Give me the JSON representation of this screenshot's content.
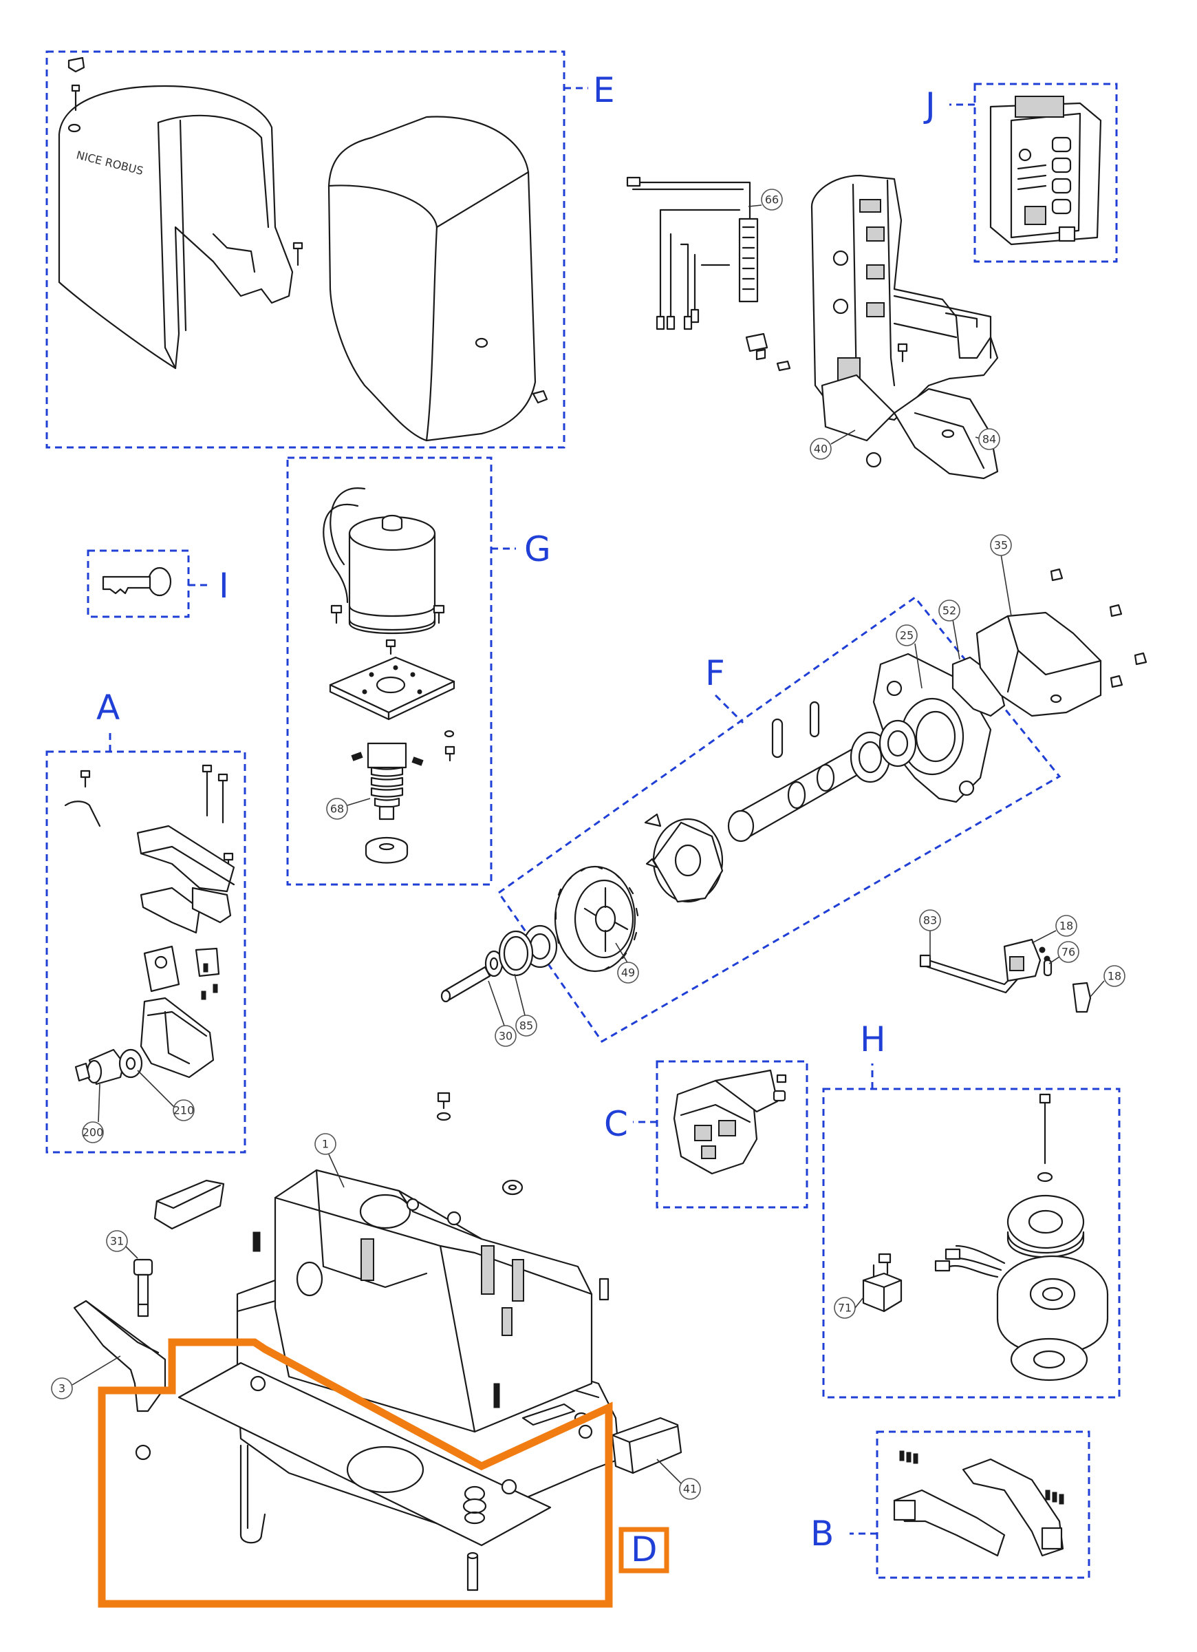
{
  "colors": {
    "group_box": "#1f3fd6",
    "highlight": "#f07c12",
    "line_art": "#1a1a1a"
  },
  "cover_text": "NICE ROBUS",
  "groups": {
    "A": "A",
    "B": "B",
    "C": "C",
    "D": "D",
    "E": "E",
    "F": "F",
    "G": "G",
    "H": "H",
    "I": "I",
    "J": "J"
  },
  "callouts": {
    "p1": "1",
    "p3": "3",
    "p18a": "18",
    "p18b": "18",
    "p25": "25",
    "p30": "30",
    "p31": "31",
    "p35": "35",
    "p40": "40",
    "p41": "41",
    "p49": "49",
    "p52": "52",
    "p66": "66",
    "p68": "68",
    "p71": "71",
    "p76": "76",
    "p83": "83",
    "p84": "84",
    "p85": "85",
    "p200": "200",
    "p210": "210"
  }
}
